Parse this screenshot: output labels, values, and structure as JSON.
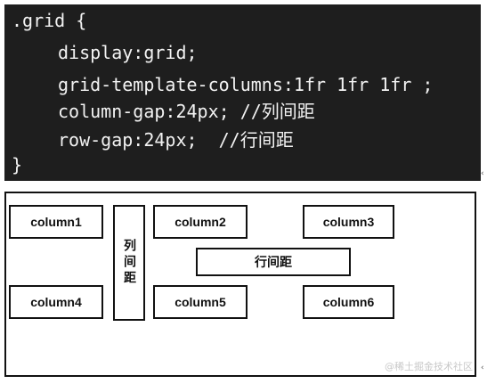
{
  "code": {
    "line1": ".grid {",
    "line2": "display:grid;",
    "line3": "grid-template-columns:1fr 1fr 1fr ;",
    "line4": "column-gap:24px; //列间距",
    "line5": "row-gap:24px;  //行间距",
    "line6": "}"
  },
  "demo": {
    "columns": [
      "column1",
      "column2",
      "column3",
      "column4",
      "column5",
      "column6"
    ],
    "column_gap_label": "列间距",
    "row_gap_label": "行间距"
  },
  "marks": {
    "m1": "‹",
    "m2": "‹"
  },
  "watermark": "@稀土掘金技术社区"
}
